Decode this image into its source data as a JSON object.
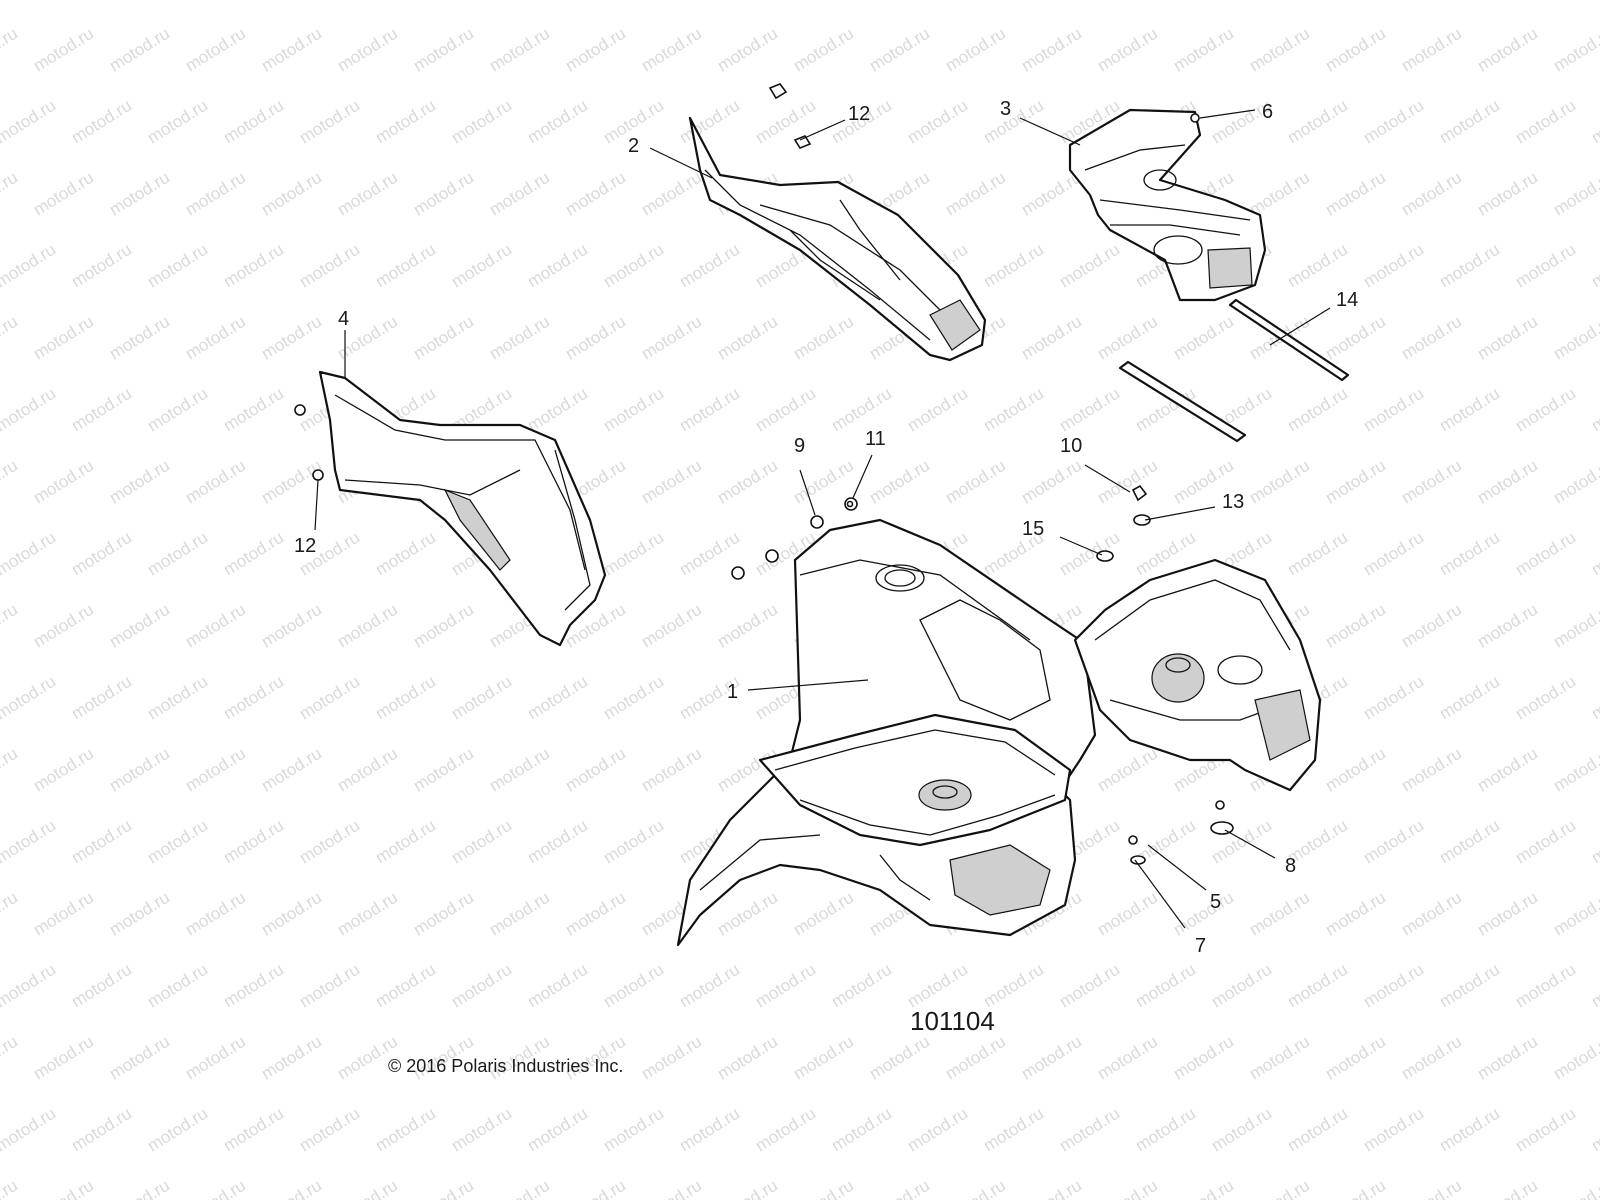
{
  "watermark": {
    "text": "motod.ru",
    "color": "#d9d9d9"
  },
  "diagram": {
    "figure_number": "101104",
    "copyright": "© 2016 Polaris Industries Inc.",
    "callouts": [
      {
        "label": "1"
      },
      {
        "label": "2"
      },
      {
        "label": "3"
      },
      {
        "label": "4"
      },
      {
        "label": "5"
      },
      {
        "label": "6"
      },
      {
        "label": "7"
      },
      {
        "label": "8"
      },
      {
        "label": "9"
      },
      {
        "label": "10"
      },
      {
        "label": "11"
      },
      {
        "label": "12"
      },
      {
        "label": "12"
      },
      {
        "label": "13"
      },
      {
        "label": "14"
      },
      {
        "label": "15"
      }
    ]
  }
}
